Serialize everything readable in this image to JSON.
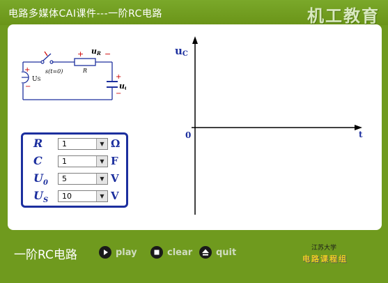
{
  "window": {
    "title": "电路多媒体CAI课件---一阶RC电路",
    "brand": "机工教育"
  },
  "circuit": {
    "switch_label": "s(t=0)",
    "resistor_voltage": "u",
    "resistor_voltage_sub": "R",
    "resistor_name": "R",
    "capacitor_voltage": "u",
    "capacitor_voltage_sub": "C",
    "source_label": "U",
    "source_label_sub": "S",
    "plus": "+",
    "minus": "−"
  },
  "params": [
    {
      "label": "R",
      "sub": "",
      "value": "1",
      "unit": "Ω"
    },
    {
      "label": "C",
      "sub": "",
      "value": "1",
      "unit": "F"
    },
    {
      "label": "U",
      "sub": "0",
      "value": "5",
      "unit": "V"
    },
    {
      "label": "U",
      "sub": "S",
      "value": "10",
      "unit": "V"
    }
  ],
  "graph": {
    "y_label": "u",
    "y_label_sub": "C",
    "x_label": "t",
    "origin": "0"
  },
  "controls": {
    "section_title": "一阶RC电路",
    "play": "play",
    "clear": "clear",
    "quit": "quit"
  },
  "logo": {
    "university": "江苏大学",
    "course": "电路课程组"
  },
  "colors": {
    "background": "#6f9a1e",
    "param_border": "#1c2f9e",
    "logo_text": "#f0d020"
  }
}
